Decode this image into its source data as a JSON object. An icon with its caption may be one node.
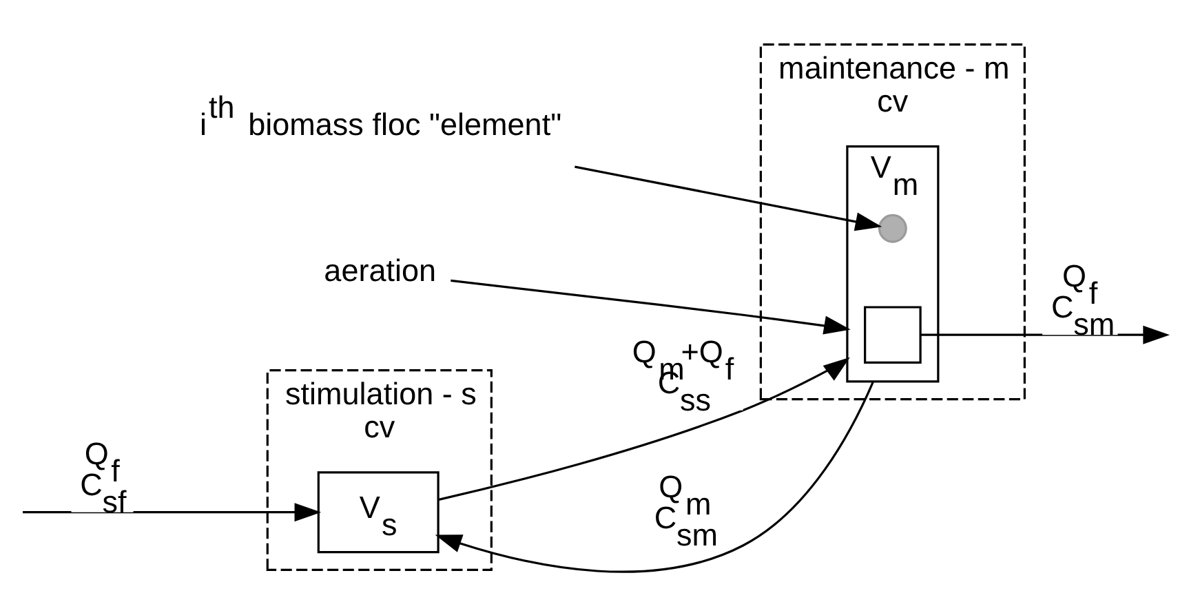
{
  "diagram": {
    "nodes": [
      {
        "text": [
          "stimulation - s",
          "cv"
        ]
      },
      {
        "text": [
          "V$_{s}$"
        ],
        "in": 0
      },
      {
        "text": [
          "maintenance - m",
          "cv"
        ]
      },
      {
        "text": [
          "V$_{m}$"
        ],
        "in": 2
      },
      {
        "text": [],
        "shape": "box",
        "in": 3
      },
      {
        "text": [],
        "shape": "circle",
        "in": 3
      },
      {
        "text": [
          "i$^{th}$ biomass floc \"element\""
        ]
      },
      {
        "text": [
          "aeration"
        ]
      }
    ],
    "edges": [
      {
        "from": null,
        "to": 1,
        "arrow": "to",
        "label": "Q$_{f}$ C$_{sf}$"
      },
      {
        "from": 1,
        "to": 3,
        "arrow": "to",
        "label": "Q$_{m}$+Q$_{f}$ C$_{ss}$"
      },
      {
        "from": 4,
        "to": null,
        "arrow": "to",
        "label": "Q$_{f}$ C$_{sm}$"
      },
      {
        "from": 3,
        "to": 1,
        "arrow": "to",
        "label": "Q$_{m}$ C$_{sm}$"
      },
      {
        "from": 6,
        "to": 5,
        "arrow": "to"
      },
      {
        "from": 7,
        "to": 3,
        "arrow": "to"
      }
    ]
  }
}
